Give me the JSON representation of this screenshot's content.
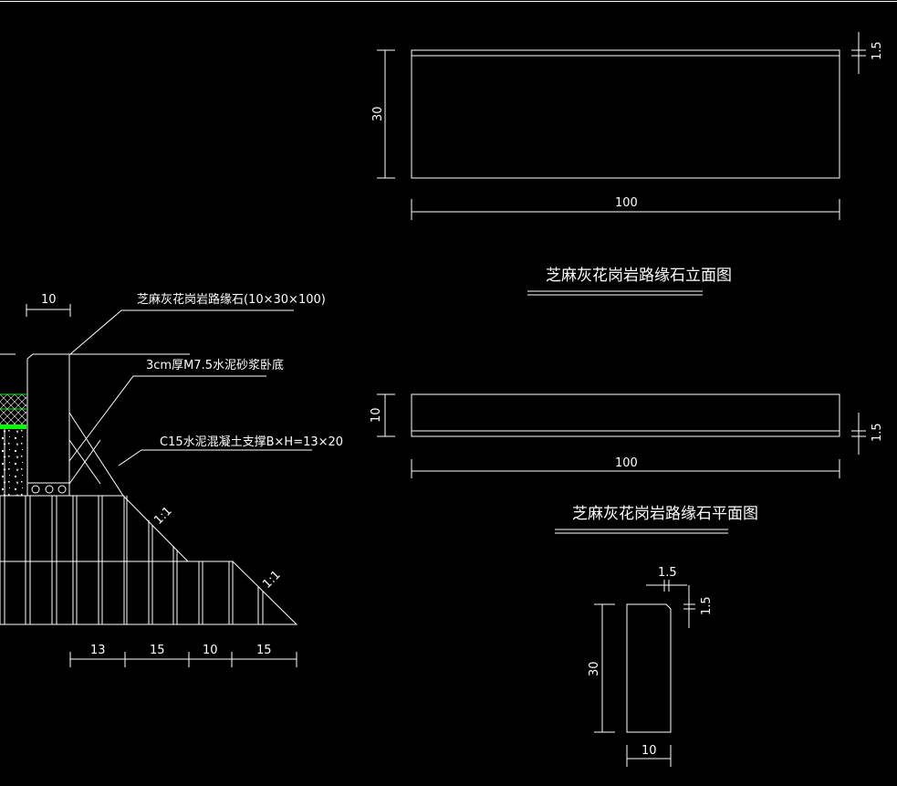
{
  "colors": {
    "background": "#000000",
    "line": "#ffffff",
    "hatch": "#00ff00"
  },
  "section": {
    "label_curb": "芝麻灰花岗岩路缘石(10×30×100)",
    "label_mortar": "3cm厚M7.5水泥砂浆卧底",
    "label_support": "C15水泥混凝土支撑B×H=13×20",
    "slope_upper": "1:1",
    "slope_lower": "1:1",
    "dim_top": "10",
    "dims_bottom": [
      "13",
      "15",
      "10",
      "15"
    ]
  },
  "elevation": {
    "title": "芝麻灰花岗岩路缘石立面图",
    "dim_height": "30",
    "dim_length": "100",
    "dim_chamfer": "1.5"
  },
  "plan": {
    "title": "芝麻灰花岗岩路缘石平面图",
    "dim_width": "10",
    "dim_length": "100",
    "dim_chamfer": "1.5"
  },
  "cross": {
    "dim_height": "30",
    "dim_width": "10",
    "dim_chamfer_h": "1.5",
    "dim_chamfer_v": "1.5"
  }
}
